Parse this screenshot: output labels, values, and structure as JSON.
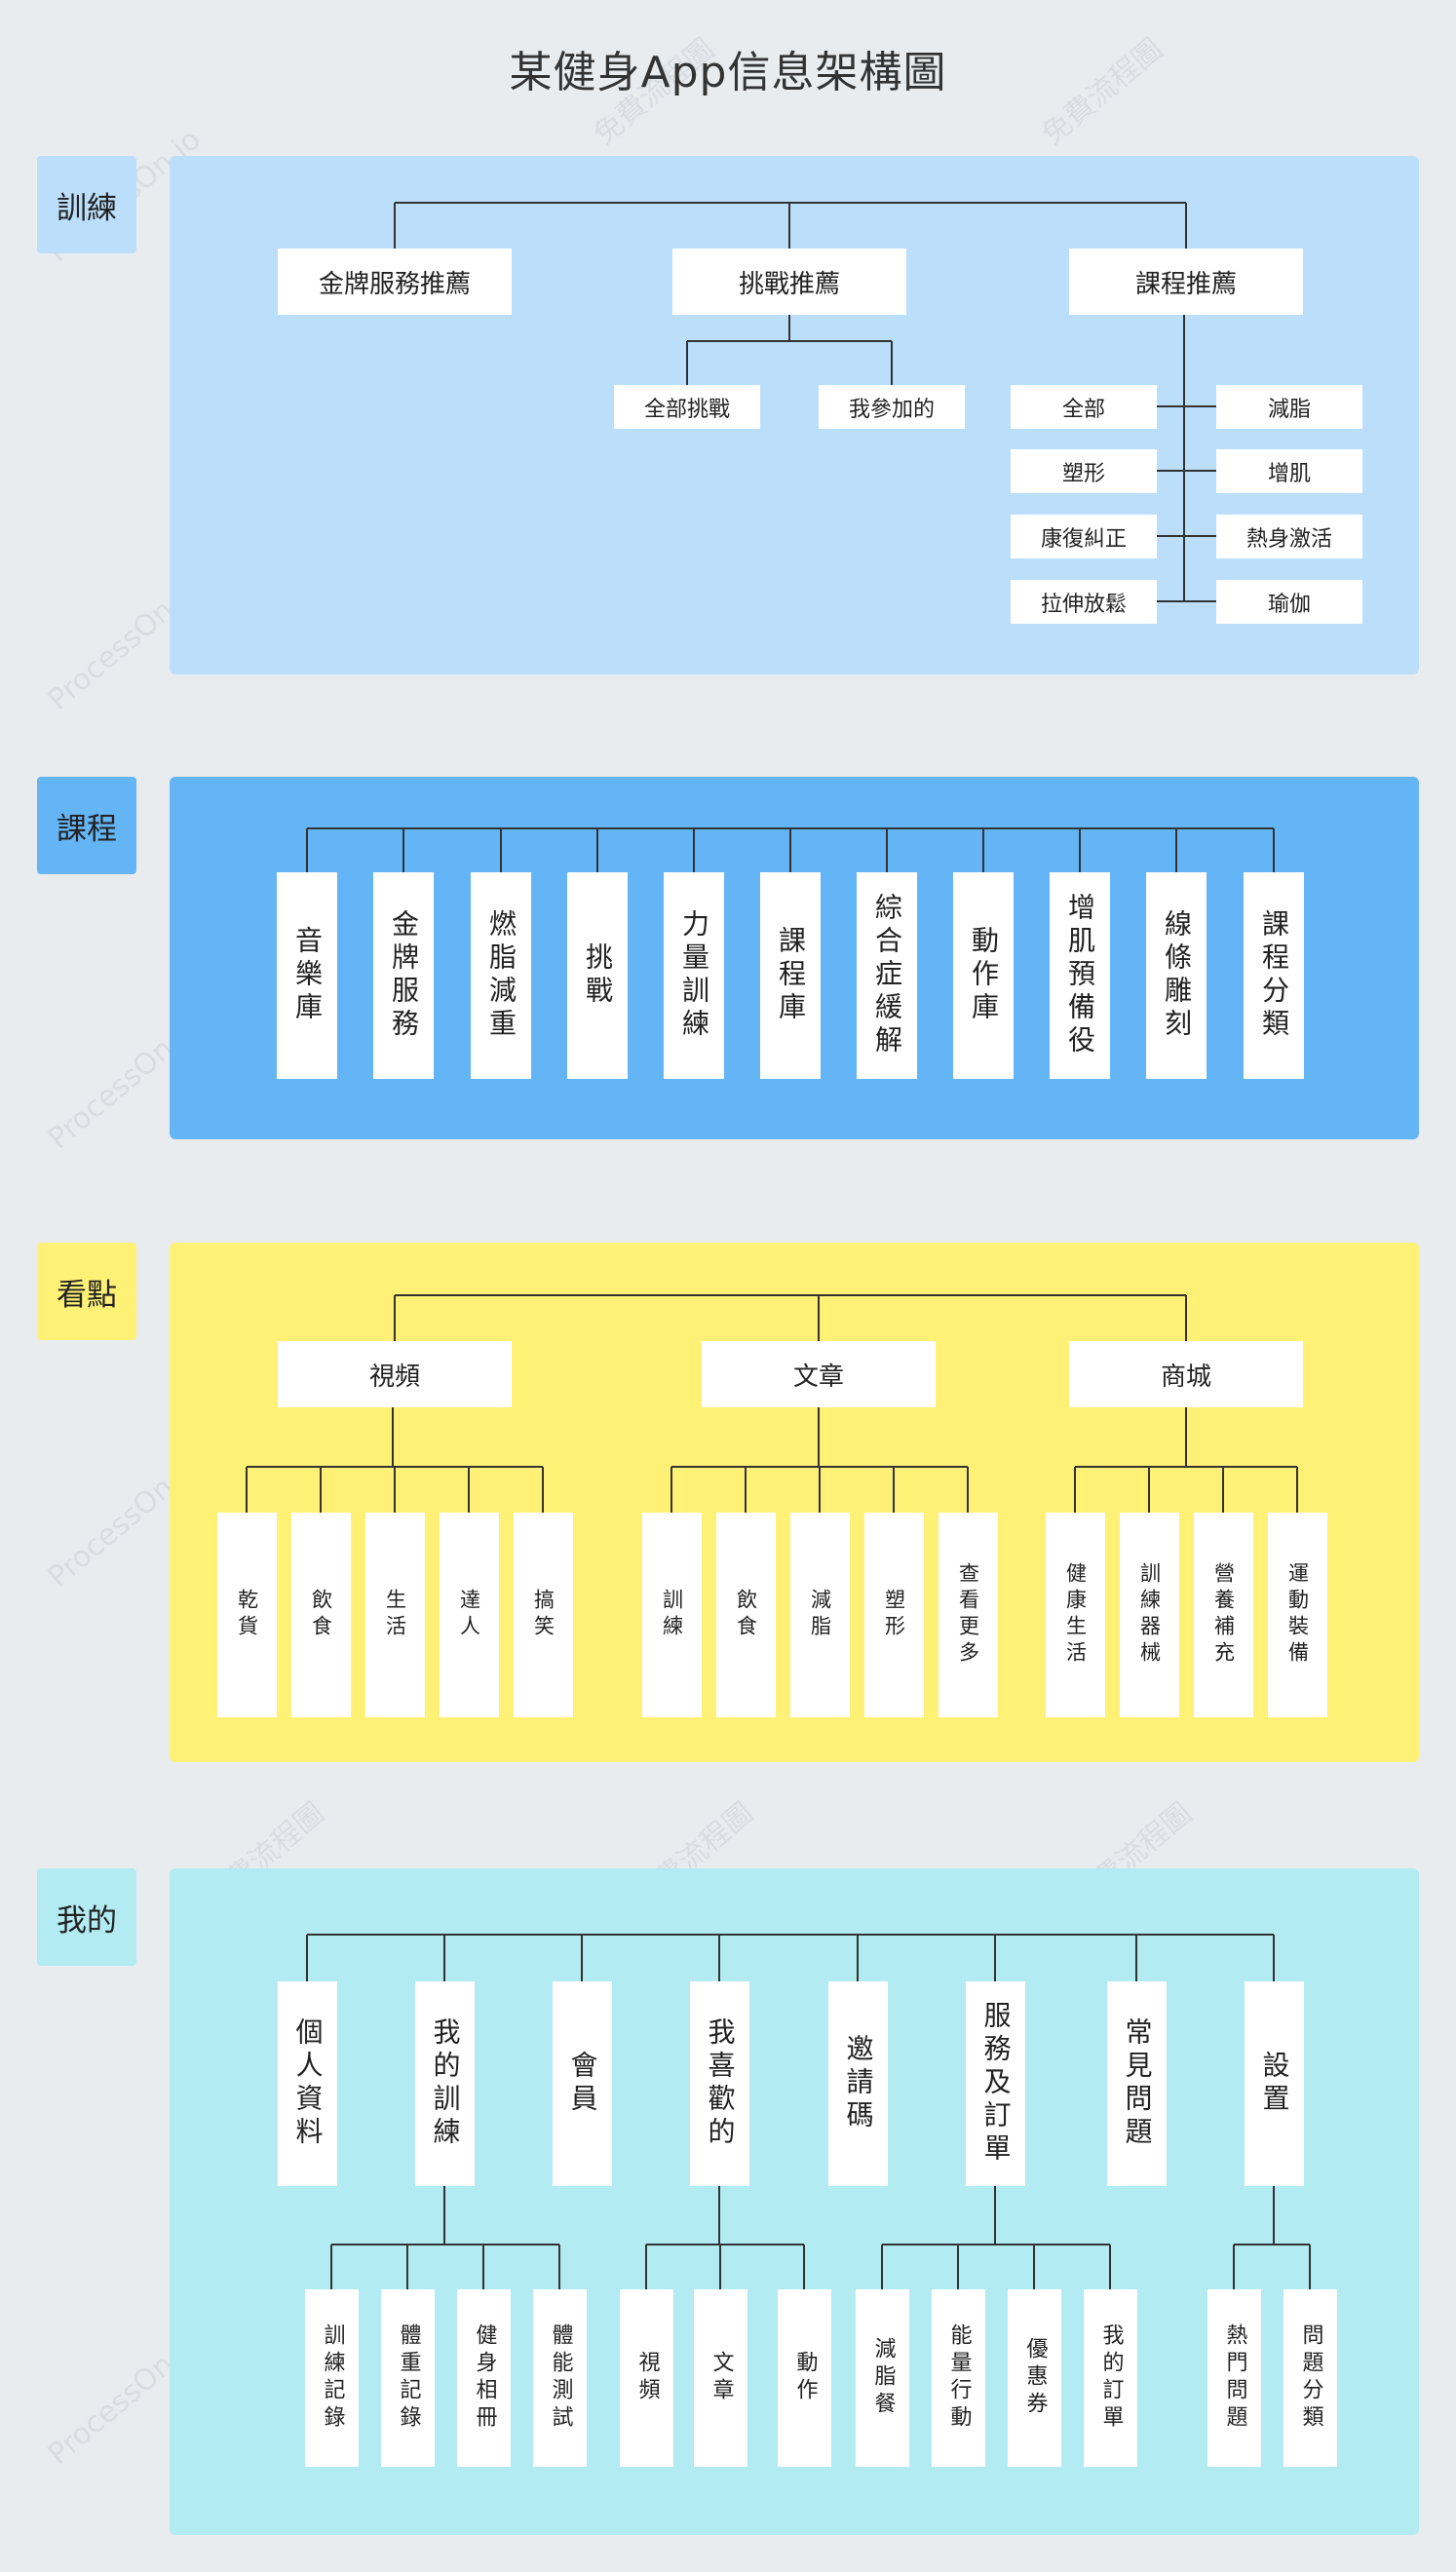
{
  "title": "某健身App信息架構圖",
  "colors": {
    "background": "#e9ecef",
    "training": "#bbdefa",
    "course": "#64b5f6",
    "views": "#fff176",
    "mine": "#b2ebf2",
    "line": "#333333"
  },
  "sections": {
    "training": {
      "label": "訓練",
      "l1": [
        "金牌服務推薦",
        "挑戰推薦",
        "課程推薦"
      ],
      "challenge": [
        "全部挑戰",
        "我參加的"
      ],
      "course_left": [
        "全部",
        "塑形",
        "康復糾正",
        "拉伸放鬆"
      ],
      "course_right": [
        "減脂",
        "增肌",
        "熱身激活",
        "瑜伽"
      ]
    },
    "course": {
      "label": "課程",
      "items": [
        "音樂庫",
        "金牌服務",
        "燃脂減重",
        "挑戰",
        "力量訓練",
        "課程庫",
        "綜合症緩解",
        "動作庫",
        "增肌預備役",
        "線條雕刻",
        "課程分類"
      ]
    },
    "views": {
      "label": "看點",
      "l1": [
        "視頻",
        "文章",
        "商城"
      ],
      "video": [
        "乾貨",
        "飲食",
        "生活",
        "達人",
        "搞笑"
      ],
      "article": [
        "訓練",
        "飲食",
        "減脂",
        "塑形",
        "查看更多"
      ],
      "shop": [
        "健康生活",
        "訓練器械",
        "營養補充",
        "運動裝備"
      ]
    },
    "mine": {
      "label": "我的",
      "l1": [
        "個人資料",
        "我的訓練",
        "會員",
        "我喜歡的",
        "邀請碼",
        "服務及訂單",
        "常見問題",
        "設置"
      ],
      "my_training": [
        "訓練記錄",
        "體重記錄",
        "健身相冊",
        "體能測試"
      ],
      "favorites": [
        "視頻",
        "文章",
        "動作"
      ],
      "orders": [
        "減脂餐",
        "能量行動",
        "優惠券",
        "我的訂單"
      ],
      "settings": [
        "熱門問題",
        "問題分類"
      ]
    }
  }
}
